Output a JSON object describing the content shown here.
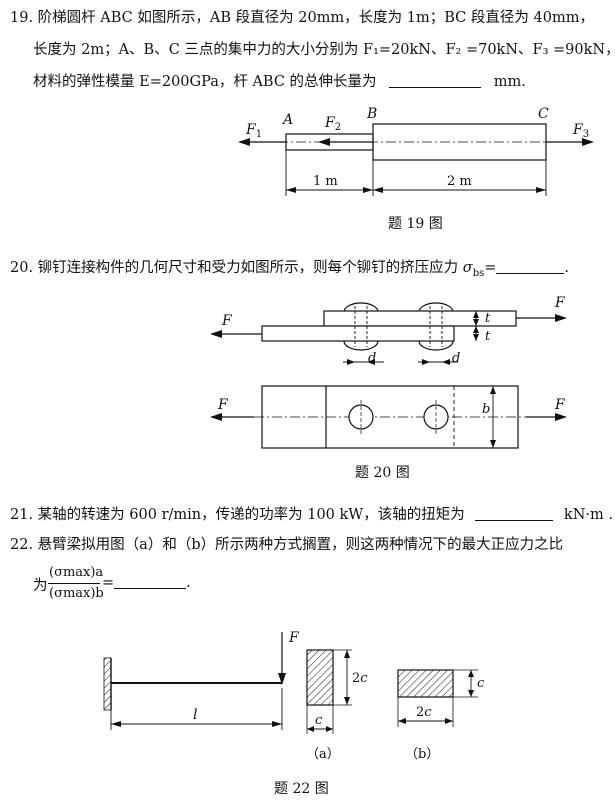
{
  "q19": {
    "num": "19.",
    "line1": "阶梯圆杆 ABC 如图所示，AB 段直径为 20mm，长度为 1m；BC 段直径为 40mm，",
    "line2": "长度为 2m；A、B、C 三点的集中力的大小分别为 F₁=20kN、F₂ =70kN、F₃ =90kN，",
    "line3": "材料的弹性模量 E=200GPa，杆 ABC 的总伸长量为",
    "unit": "mm.",
    "figure": {
      "labels": {
        "F1": "F",
        "F1_sub": "1",
        "F2": "F",
        "F2_sub": "2",
        "F3": "F",
        "F3_sub": "3",
        "A": "A",
        "B": "B",
        "C": "C",
        "dim1": "1 m",
        "dim2": "2 m"
      },
      "caption": "题 19 图"
    }
  },
  "q20": {
    "num": "20.",
    "text": "铆钉连接构件的几何尺寸和受力如图所示，则每个铆钉的挤压应力",
    "sigma": "σ",
    "sigma_sub": "bs",
    "eq": "=",
    "end": ".",
    "figure": {
      "labels": {
        "F": "F",
        "t": "t",
        "d": "d",
        "b": "b"
      },
      "caption": "题 20 图"
    }
  },
  "q21": {
    "num": "21.",
    "text": "某轴的转速为 600 r/min，传递的功率为 100 kW，该轴的扭矩为",
    "unit": "kN·m ."
  },
  "q22": {
    "num": "22.",
    "text": "悬臂梁拟用图（a）和（b）所示两种方式搁置，则这两种情况下的最大正应力之比",
    "ratio_prefix": "为",
    "num_expr": "(σmax)a",
    "den_expr": "(σmax)b",
    "eq": "=",
    "end": ".",
    "figure": {
      "labels": {
        "F": "F",
        "l": "l",
        "two_c_a": "2c",
        "c_a": "c",
        "c_b": "c",
        "two_c_b": "2c",
        "a": "（a）",
        "b": "（b）"
      },
      "caption": "题 22 图"
    }
  }
}
